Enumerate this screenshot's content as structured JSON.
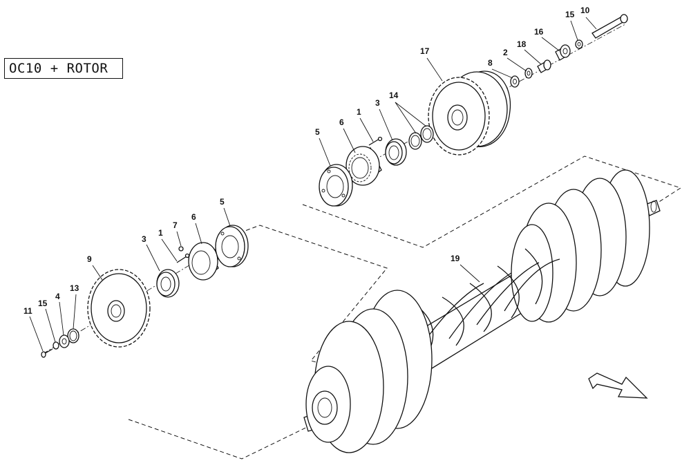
{
  "title": "OC10 + ROTOR",
  "callouts": {
    "c1": "10",
    "c2": "15",
    "c3": "16",
    "c4": "18",
    "c5": "2",
    "c6": "8",
    "c7": "17",
    "c8": "14",
    "c9": "3",
    "c10": "1",
    "c11": "6",
    "c12": "5",
    "c13": "19",
    "c14": "5",
    "c15": "6",
    "c16": "7",
    "c17": "1",
    "c18": "3",
    "c19": "9",
    "c20": "13",
    "c21": "4",
    "c22": "15",
    "c23": "11"
  },
  "icons": {
    "direction_arrow": "direction-arrow-icon"
  }
}
